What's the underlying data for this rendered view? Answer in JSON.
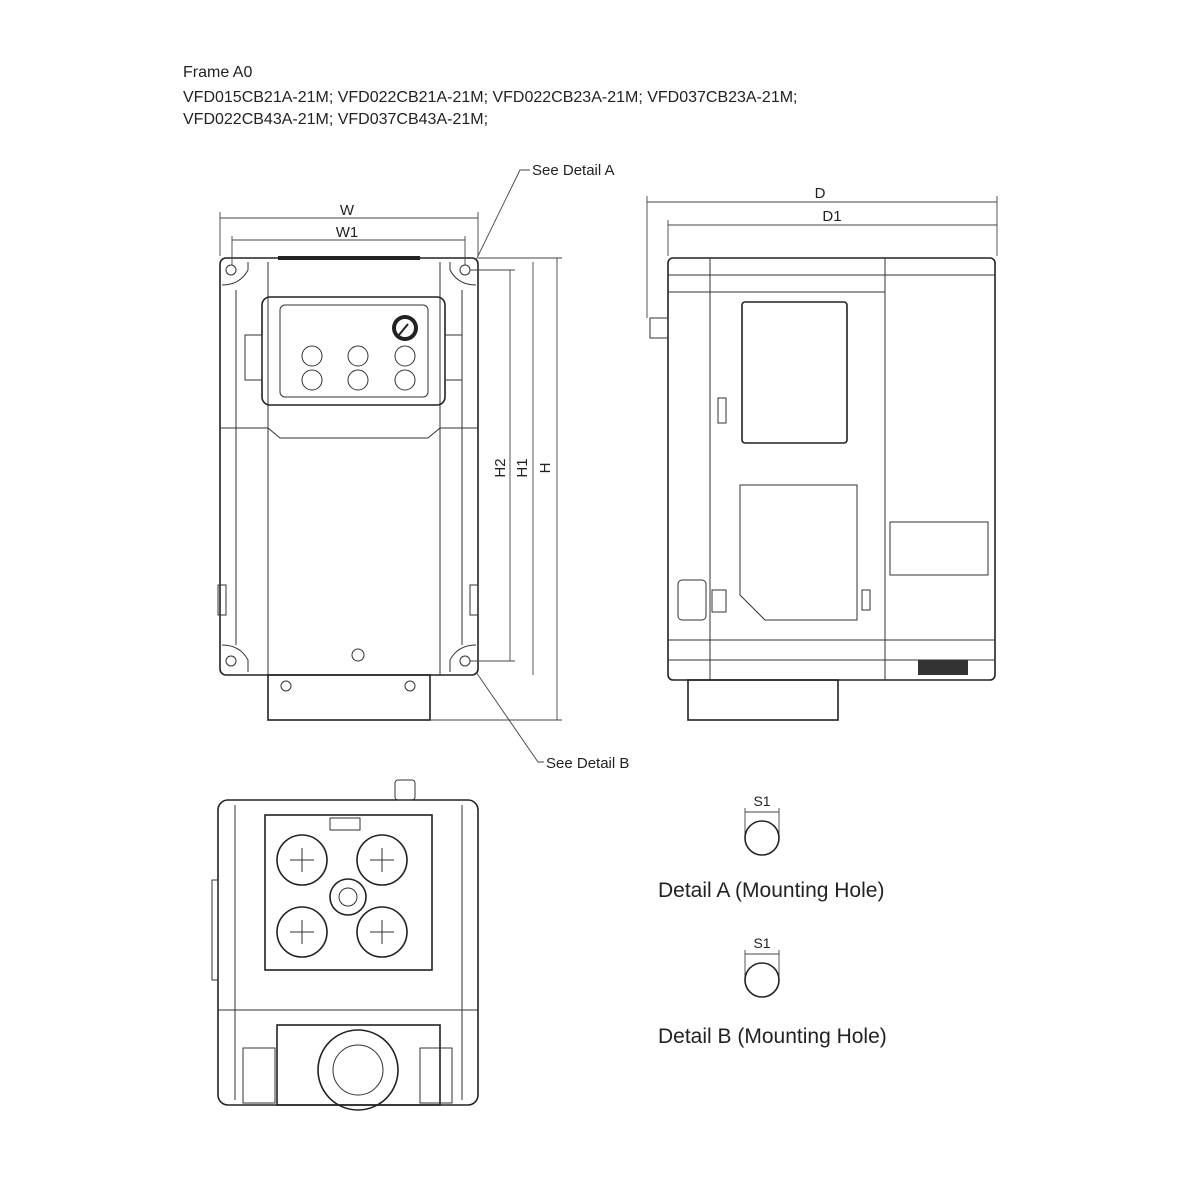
{
  "header": {
    "frame": "Frame A0",
    "models_line1": "VFD015CB21A-21M; VFD022CB21A-21M; VFD022CB23A-21M; VFD037CB23A-21M;",
    "models_line2": "VFD022CB43A-21M; VFD037CB43A-21M;"
  },
  "front_view": {
    "dim_w": "W",
    "dim_w1": "W1",
    "dim_h": "H",
    "dim_h1": "H1",
    "dim_h2": "H2",
    "callout_a": "See Detail A",
    "callout_b": "See Detail B"
  },
  "side_view": {
    "dim_d": "D",
    "dim_d1": "D1"
  },
  "details": [
    {
      "dim": "S1",
      "caption": "Detail A (Mounting Hole)"
    },
    {
      "dim": "S1",
      "caption": "Detail B (Mounting Hole)"
    }
  ]
}
